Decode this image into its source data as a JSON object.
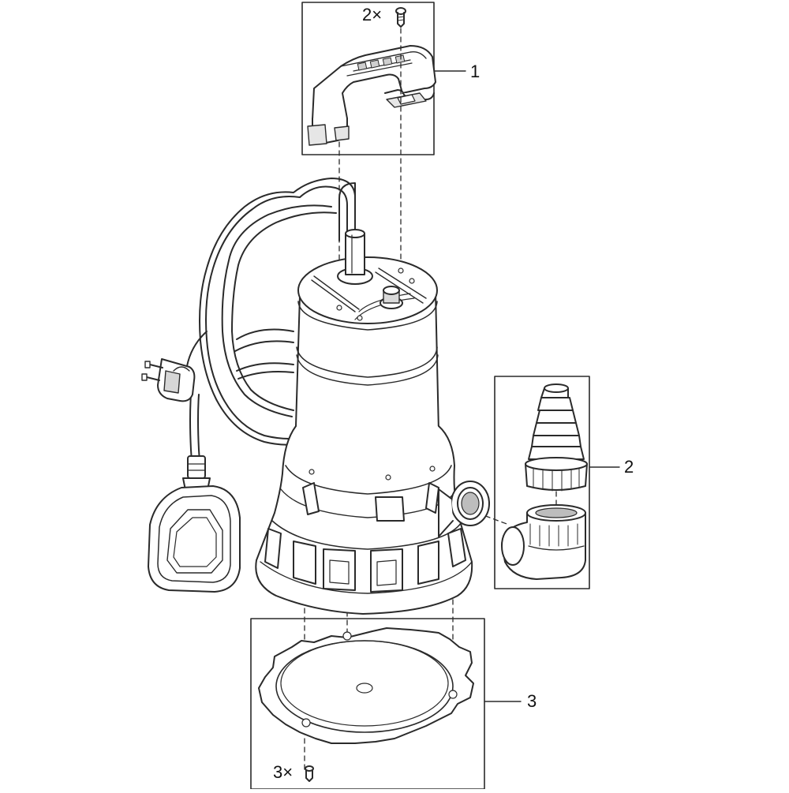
{
  "callouts": {
    "handle": "1",
    "fittings": "2",
    "base_plate": "3"
  },
  "quantities": {
    "handle_screws": "2×",
    "base_screws": "3×"
  },
  "colors": {
    "line": "#2a2a2a",
    "fill": "#ffffff",
    "shade": "#c9c9c9",
    "dark": "#6e6e6e"
  }
}
